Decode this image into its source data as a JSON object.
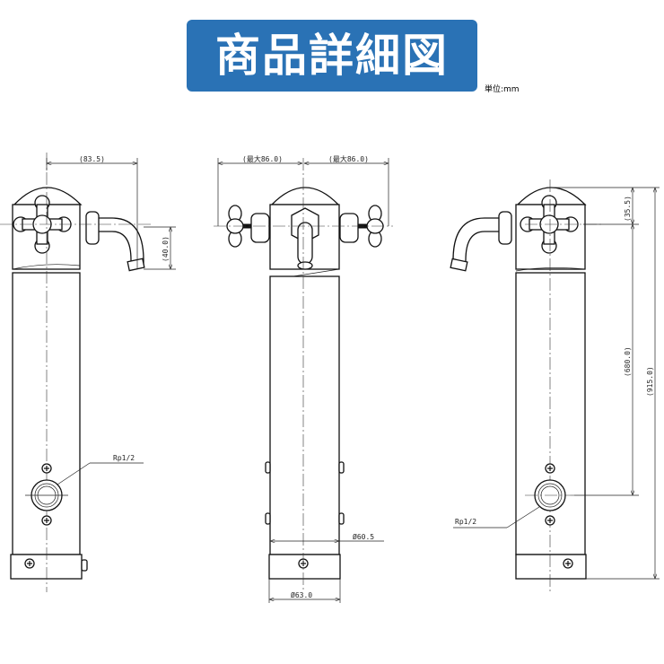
{
  "header": {
    "title": "商品詳細図",
    "unit": "単位:mm"
  },
  "colors": {
    "title_bg": "#2a72b5",
    "title_text": "#ffffff"
  },
  "dimensions": {
    "spout_reach": "(83.5)",
    "spout_drop": "(40.0)",
    "handle_left": "(最大86.0)",
    "handle_right": "(最大86.0)",
    "body_diameter": "Ø60.5",
    "base_diameter": "Ø63.0",
    "cap_height": "(35.5)",
    "inlet_height": "(680.0)",
    "total_height": "(915.0)",
    "inlet_left": "Rp1/2",
    "inlet_right": "Rp1/2"
  }
}
